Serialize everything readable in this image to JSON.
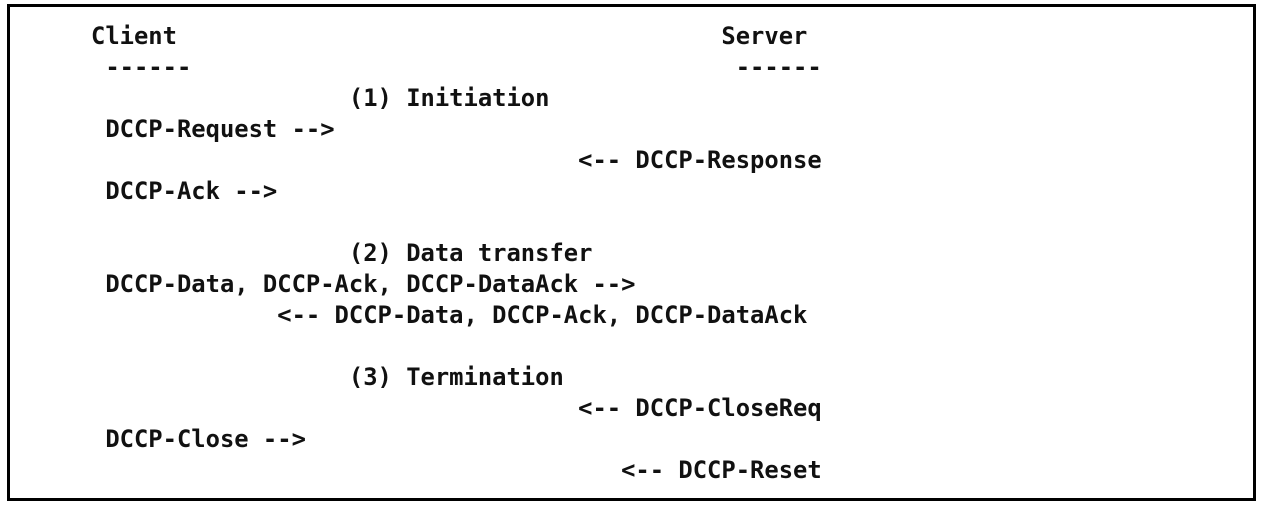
{
  "colors": {
    "text": "#111111",
    "border": "#000000",
    "background": "#ffffff"
  },
  "diagram": {
    "participants": {
      "client": "Client",
      "server": "Server"
    },
    "phases": [
      "(1) Initiation",
      "(2) Data transfer",
      "(3) Termination"
    ],
    "lines": [
      {
        "name": "participants-header",
        "text": "Client                                      Server"
      },
      {
        "name": "participants-underline",
        "text": " ------                                      ------"
      },
      {
        "name": "phase-1-heading",
        "text": "                  (1) Initiation"
      },
      {
        "name": "msg-dccp-request",
        "text": " DCCP-Request -->"
      },
      {
        "name": "msg-dccp-response",
        "text": "                                  <-- DCCP-Response"
      },
      {
        "name": "msg-dccp-ack",
        "text": " DCCP-Ack -->"
      },
      {
        "name": "blank-1",
        "text": ""
      },
      {
        "name": "phase-2-heading",
        "text": "                  (2) Data transfer"
      },
      {
        "name": "msg-client-data",
        "text": " DCCP-Data, DCCP-Ack, DCCP-DataAck -->"
      },
      {
        "name": "msg-server-data",
        "text": "             <-- DCCP-Data, DCCP-Ack, DCCP-DataAck"
      },
      {
        "name": "blank-2",
        "text": ""
      },
      {
        "name": "phase-3-heading",
        "text": "                  (3) Termination"
      },
      {
        "name": "msg-dccp-closereq",
        "text": "                                  <-- DCCP-CloseReq"
      },
      {
        "name": "msg-dccp-close",
        "text": " DCCP-Close -->"
      },
      {
        "name": "msg-dccp-reset",
        "text": "                                     <-- DCCP-Reset"
      }
    ]
  }
}
